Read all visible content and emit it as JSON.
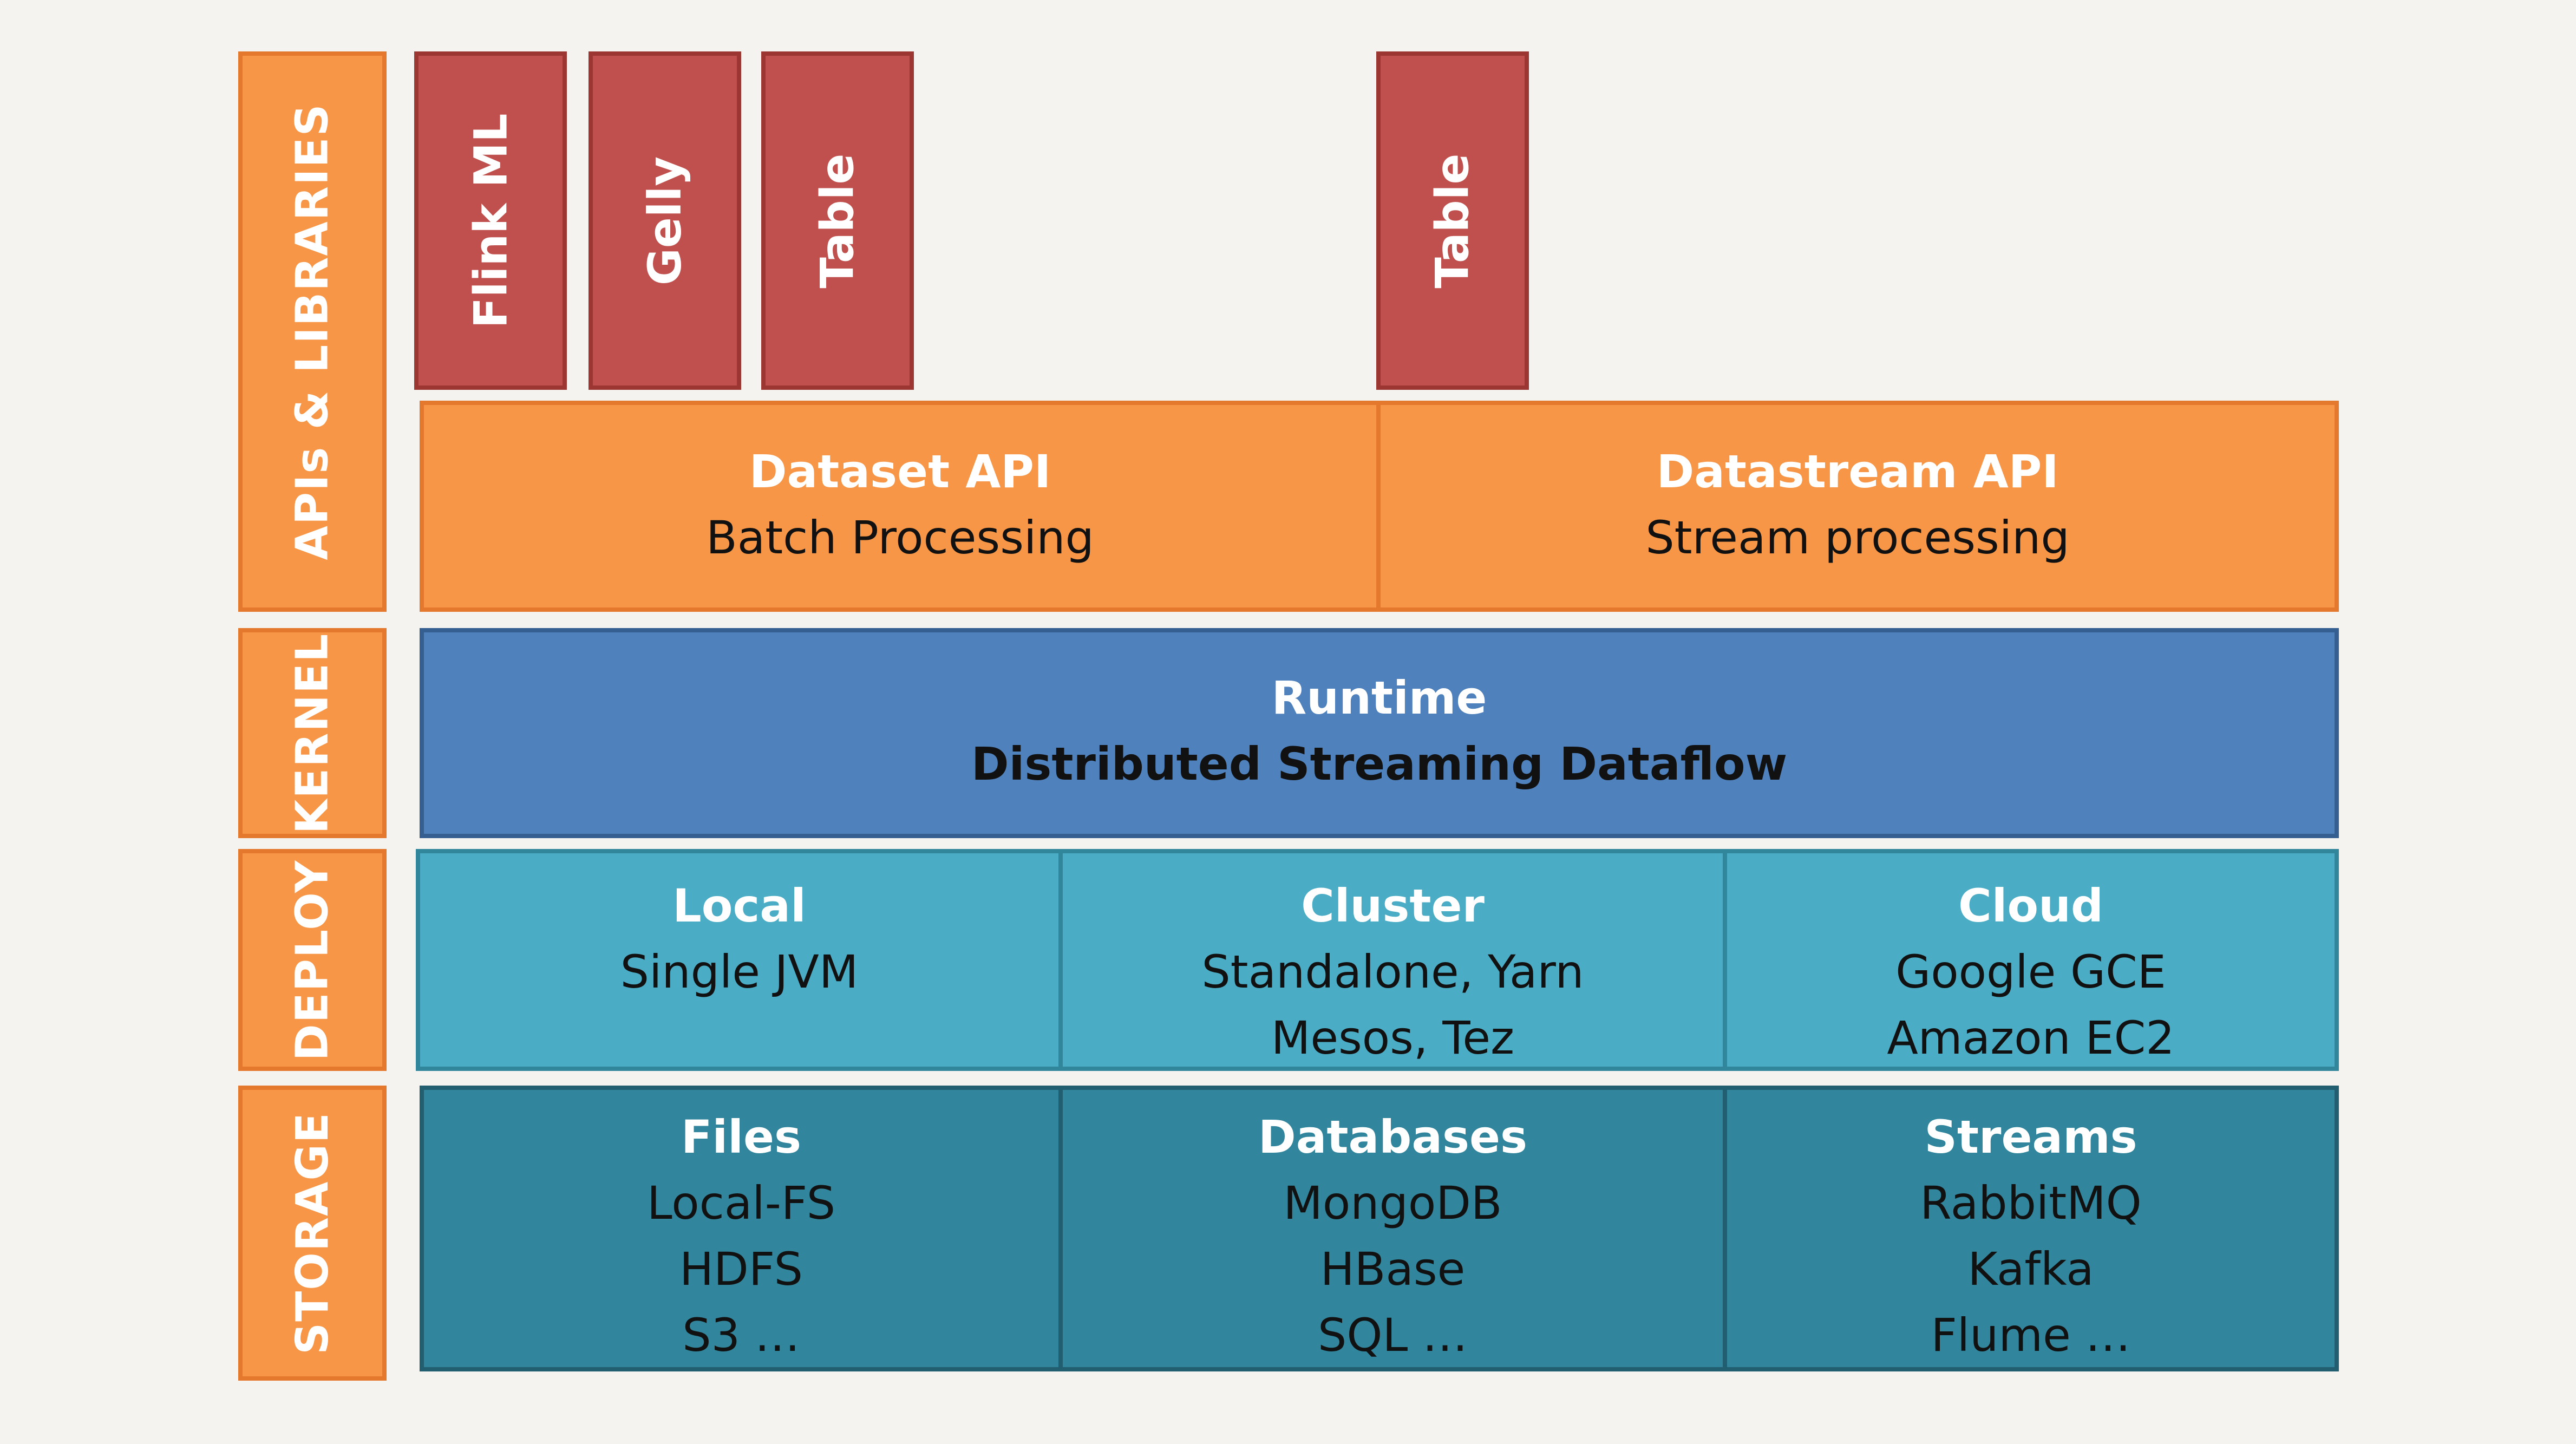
{
  "categories": {
    "apis_libraries": "APIs & LIBRARIES",
    "kernel": "KERNEL",
    "deploy": "DEPLOY",
    "storage": "STORAGE"
  },
  "libraries": {
    "batch": [
      "Flink ML",
      "Gelly",
      "Table"
    ],
    "stream": [
      "Table"
    ]
  },
  "apis": {
    "dataset": {
      "title": "Dataset API",
      "subtitle": "Batch Processing"
    },
    "datastream": {
      "title": "Datastream API",
      "subtitle": "Stream processing"
    }
  },
  "kernel": {
    "title": "Runtime",
    "subtitle": "Distributed Streaming Dataflow"
  },
  "deploy": {
    "local": {
      "title": "Local",
      "lines": [
        "Single JVM"
      ]
    },
    "cluster": {
      "title": "Cluster",
      "lines": [
        "Standalone, Yarn",
        "Mesos, Tez"
      ]
    },
    "cloud": {
      "title": "Cloud",
      "lines": [
        "Google GCE",
        "Amazon EC2"
      ]
    }
  },
  "storage": {
    "files": {
      "title": "Files",
      "lines": [
        "Local-FS",
        "HDFS",
        "S3 …"
      ]
    },
    "databases": {
      "title": "Databases",
      "lines": [
        "MongoDB",
        "HBase",
        "SQL …"
      ]
    },
    "streams": {
      "title": "Streams",
      "lines": [
        "RabbitMQ",
        "Kafka",
        "Flume …"
      ]
    }
  },
  "colors": {
    "orange": "#f79646",
    "red": "#c0504d",
    "blue": "#4f81bd",
    "light_teal": "#4bacc6",
    "dark_teal": "#31859c",
    "background": "#f4f3f0"
  }
}
